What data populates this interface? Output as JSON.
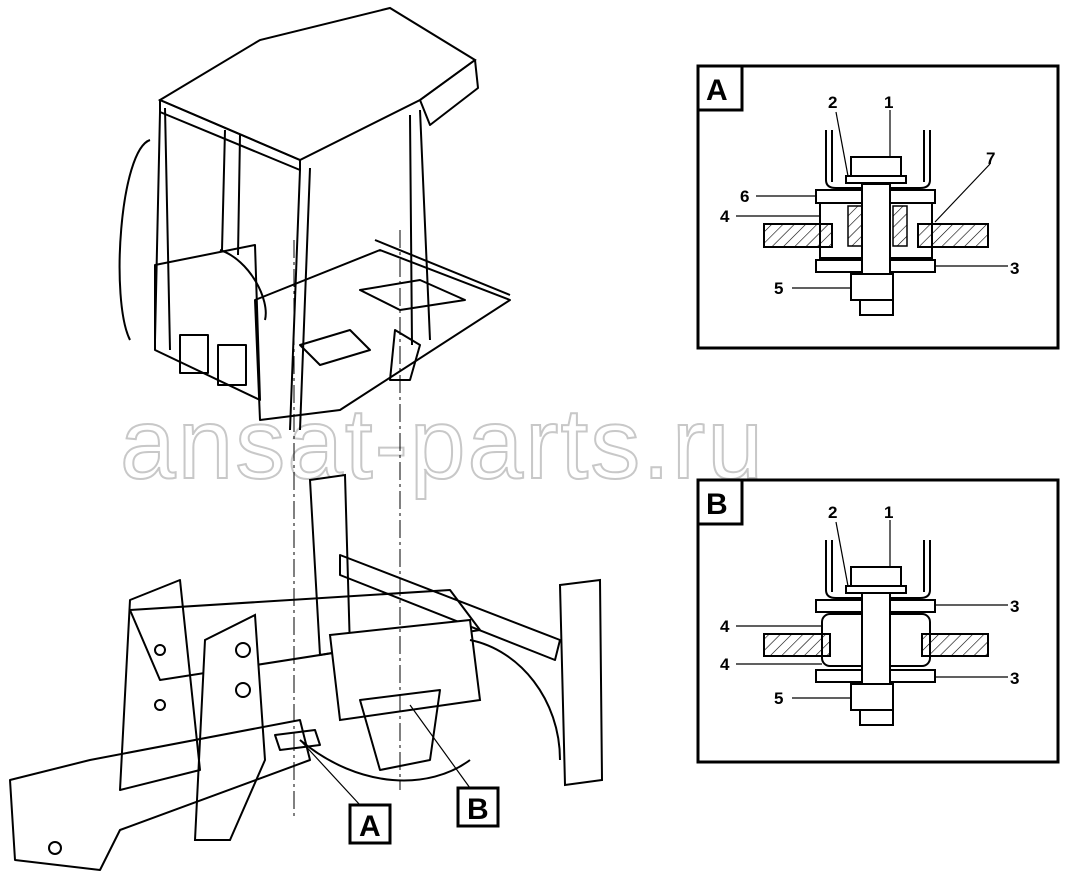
{
  "watermark": "ansat-parts.ru",
  "callouts": {
    "main_a": "A",
    "main_b": "B"
  },
  "detail_a": {
    "tag": "A",
    "labels": {
      "n1": "1",
      "n2": "2",
      "n3": "3",
      "n4": "4",
      "n5": "5",
      "n6": "6",
      "n7": "7"
    }
  },
  "detail_b": {
    "tag": "B",
    "labels": {
      "n1": "1",
      "n2": "2",
      "n3_top": "3",
      "n4_top": "4",
      "n4_bottom": "4",
      "n3_bottom": "3",
      "n5": "5"
    }
  }
}
